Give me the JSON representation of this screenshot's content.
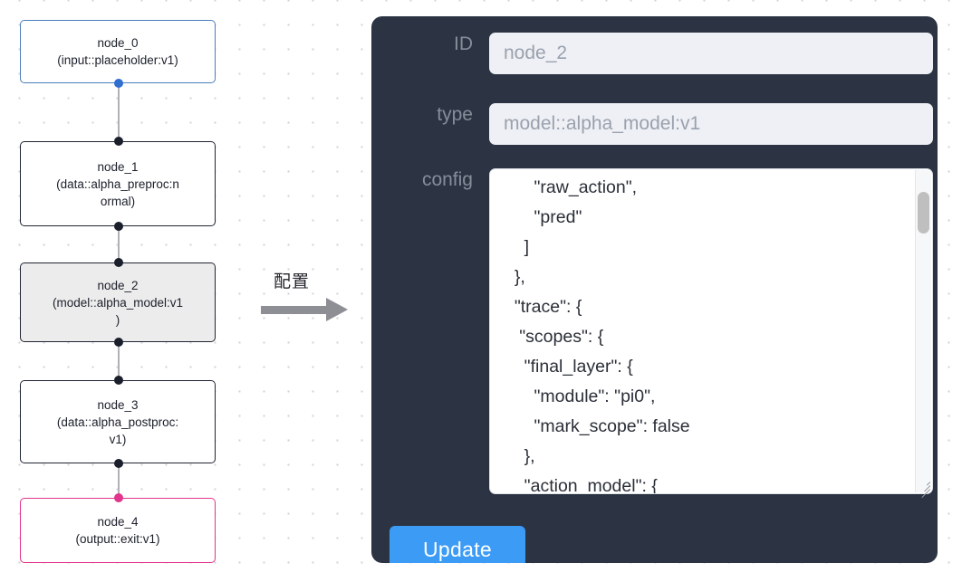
{
  "canvas": {
    "arrow": {
      "label": "配置",
      "icon": "arrow-right-icon"
    },
    "nodes": [
      {
        "id": "node_0",
        "title": "node_0",
        "subtitle": "(input::placeholder:v1)",
        "label": "node_0\n(input::placeholder:v1)",
        "variant": "input",
        "border_color": "#4a7ebb"
      },
      {
        "id": "node_1",
        "title": "node_1",
        "subtitle": "(data::alpha_preproc:normal)",
        "label": "node_1\n(data::alpha_preproc:n\normal)",
        "variant": "default",
        "border_color": "#1f2533"
      },
      {
        "id": "node_2",
        "title": "node_2",
        "subtitle": "(model::alpha_model:v1)",
        "label": "node_2\n(model::alpha_model:v1\n)",
        "variant": "selected",
        "border_color": "#1f2533",
        "fill_color": "#ececec"
      },
      {
        "id": "node_3",
        "title": "node_3",
        "subtitle": "(data::alpha_postproc:v1)",
        "label": "node_3\n(data::alpha_postproc:\nv1)",
        "variant": "default",
        "border_color": "#1f2533"
      },
      {
        "id": "node_4",
        "title": "node_4",
        "subtitle": "(output::exit:v1)",
        "label": "node_4\n(output::exit:v1)",
        "variant": "output",
        "border_color": "#e2348a"
      }
    ]
  },
  "inspector": {
    "fields": {
      "id": {
        "label": "ID",
        "value": "node_2",
        "placeholder": "ID"
      },
      "type": {
        "label": "type",
        "value": "model::alpha_model:v1",
        "placeholder": "type"
      },
      "config": {
        "label": "config",
        "value": "      \"raw_action\",\n      \"pred\"\n    ]\n  },\n  \"trace\": {\n   \"scopes\": {\n    \"final_layer\": {\n      \"module\": \"pi0\",\n      \"mark_scope\": false\n    },\n    \"action_model\": {",
        "scrollbar": "vertical-scrollbar",
        "resize_handle": "resize-grip-icon"
      }
    },
    "update_button": {
      "label": "Update",
      "color": "#3b9bf5"
    }
  },
  "colors": {
    "panel_background": "#2c3444",
    "accent_blue": "#3b9bf5",
    "node_input_border": "#4a7ebb",
    "node_output_border": "#e2348a",
    "node_selected_fill": "#ececec",
    "edge": "#b1b1b7",
    "label_grey": "#868d99"
  }
}
